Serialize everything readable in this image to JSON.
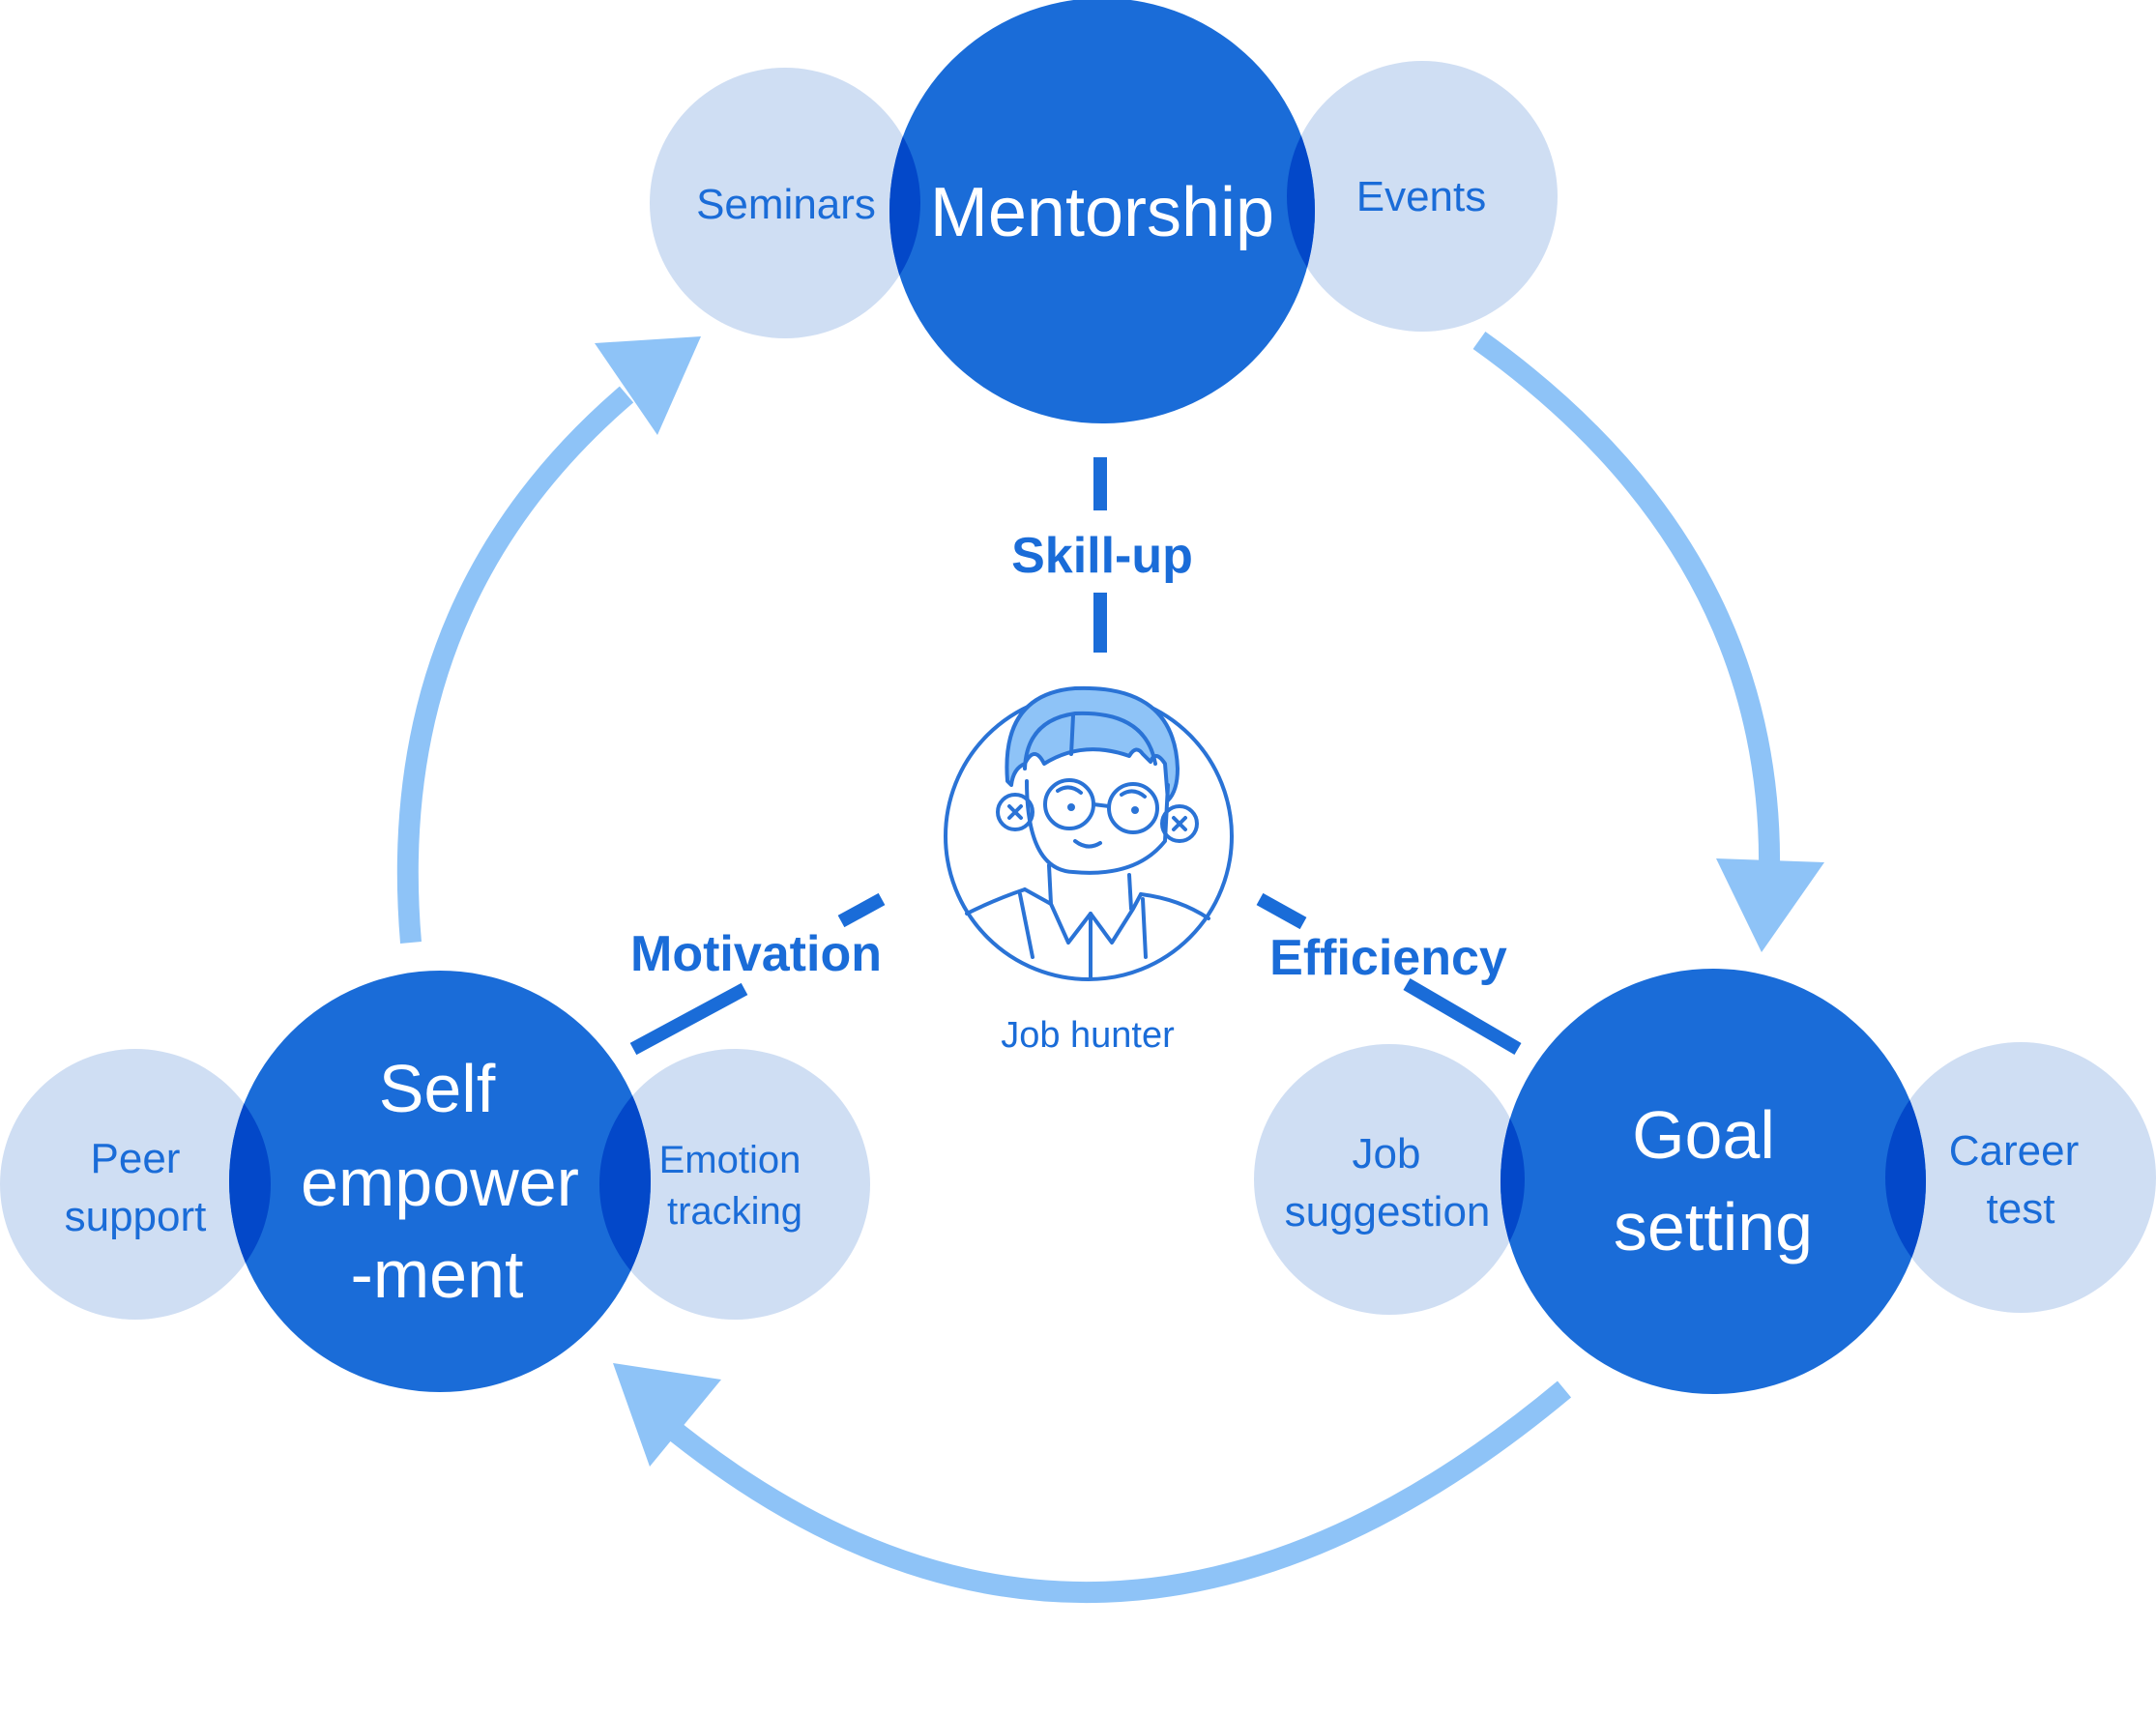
{
  "colors": {
    "main_circle": "#1a6cd8",
    "sub_circle": "#cfdef3",
    "overlap": "#0348c9",
    "arrow": "#8ec3f7",
    "connector": "#1a6cd8",
    "text_on_main": "#ffffff",
    "text_blue": "#1a6cd8"
  },
  "center": {
    "label": "Job hunter",
    "icon": "job-hunter-avatar-icon"
  },
  "nodes": {
    "mentorship": {
      "label": "Mentorship",
      "left": "Seminars",
      "right": "Events"
    },
    "self_empowerment": {
      "line1": "Self",
      "line2": "empower",
      "line3": "-ment",
      "left_line1": "Peer",
      "left_line2": "support",
      "right_line1": "Emotion",
      "right_line2": "tracking"
    },
    "goal_setting": {
      "line1": "Goal",
      "line2": "setting",
      "left_line1": "Job",
      "left_line2": "suggestion",
      "right_line1": "Career",
      "right_line2": "test"
    }
  },
  "connectors": {
    "top": "Skill-up",
    "left": "Motivation",
    "right": "Efficiency"
  }
}
